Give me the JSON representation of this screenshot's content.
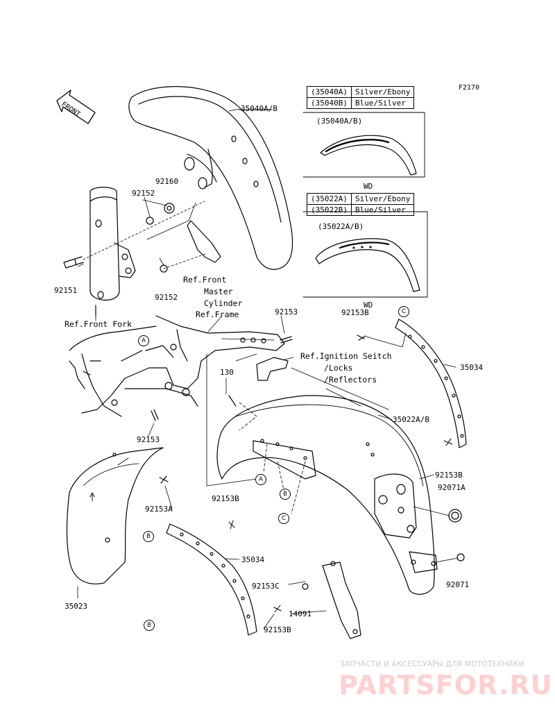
{
  "figure_code": "F2170",
  "front_label": "FRONT",
  "parts": {
    "p35040ab": "35040A/B",
    "p92160": "92160",
    "p92152a": "92152",
    "p92152b": "92152",
    "p92151": "92151",
    "p92153a": "92153",
    "p92153b": "92153",
    "p130": "130",
    "p35022ab": "35022A/B",
    "p92153B_top": "92153B",
    "p35034_top": "35034",
    "p92153B_right": "92153B",
    "p92071A": "92071A",
    "p92071": "92071",
    "p92153C": "92153C",
    "p14091": "14091",
    "p92153B_bot": "92153B",
    "p35034_bot": "35034",
    "p92153B_mid": "92153B",
    "p92153A": "92153A",
    "p35023": "35023"
  },
  "refs": {
    "front_master": [
      "Ref.Front",
      "Master",
      "Cylinder"
    ],
    "front_fork": "Ref.Front Fork",
    "frame": "Ref.Frame",
    "ignition": [
      "Ref.Ignition Seitch",
      "/Locks",
      "/Reflectors"
    ]
  },
  "callouts": {
    "a1": "A",
    "a2": "A",
    "b1": "B",
    "b2": "B",
    "b3": "B",
    "c1": "C",
    "c2": "C"
  },
  "color_tables": {
    "front": {
      "rows": [
        [
          "(35040A)",
          "Silver/Ebony"
        ],
        [
          "(35040B)",
          "Blue/Silver"
        ]
      ],
      "detail_label": "(35040A/B)",
      "note": "WD"
    },
    "rear": {
      "rows": [
        [
          "(35022A)",
          "Silver/Ebony"
        ],
        [
          "(35022B)",
          "Blue/Silver"
        ]
      ],
      "detail_label": "(35022A/B)",
      "note": "WD"
    }
  },
  "watermark": {
    "line1": "ЗАПЧАСТИ И АКСЕССУАРЫ ДЛЯ МОТОТЕХНИКИ",
    "line2": "PARTSFOR.RU"
  }
}
